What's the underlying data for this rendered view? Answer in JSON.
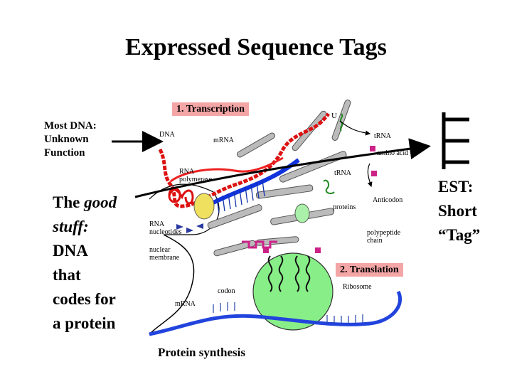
{
  "slide": {
    "title": "Expressed Sequence Tags",
    "most_dna_lines": [
      "Most DNA:",
      "Unknown",
      "Function"
    ],
    "good_stuff": {
      "line1a": "The ",
      "line1b": "good",
      "line2": "stuff:",
      "line3": "DNA",
      "line4": "that",
      "line5": "codes for",
      "line6": "a protein"
    },
    "est_lines": [
      "EST:",
      "Short",
      "“Tag”"
    ]
  },
  "diagram": {
    "transcription_label": "1. Transcription",
    "translation_label": "2. Translation",
    "synthesis_label": "Protein synthesis",
    "labels": {
      "dna": "DNA",
      "mrna_top": "mRNA",
      "rna_polymerase_1": "RNA",
      "rna_polymerase_2": "polymerase",
      "rna_nucleotides_1": "RNA",
      "rna_nucleotides_2": "nucleotides",
      "nuclear_membrane_1": "nuclear",
      "nuclear_membrane_2": "membrane",
      "trna": "tRNA",
      "amino_acid": "amino acid",
      "trna_mid": "tRNA",
      "anticodon": "Anticodon",
      "proteins": "proteins",
      "polypeptide_1": "polypeptide",
      "polypeptide_2": "chain",
      "ribosome": "Ribosome",
      "codon": "codon",
      "mrna_bottom": "mRNA",
      "u_label": "U"
    }
  }
}
